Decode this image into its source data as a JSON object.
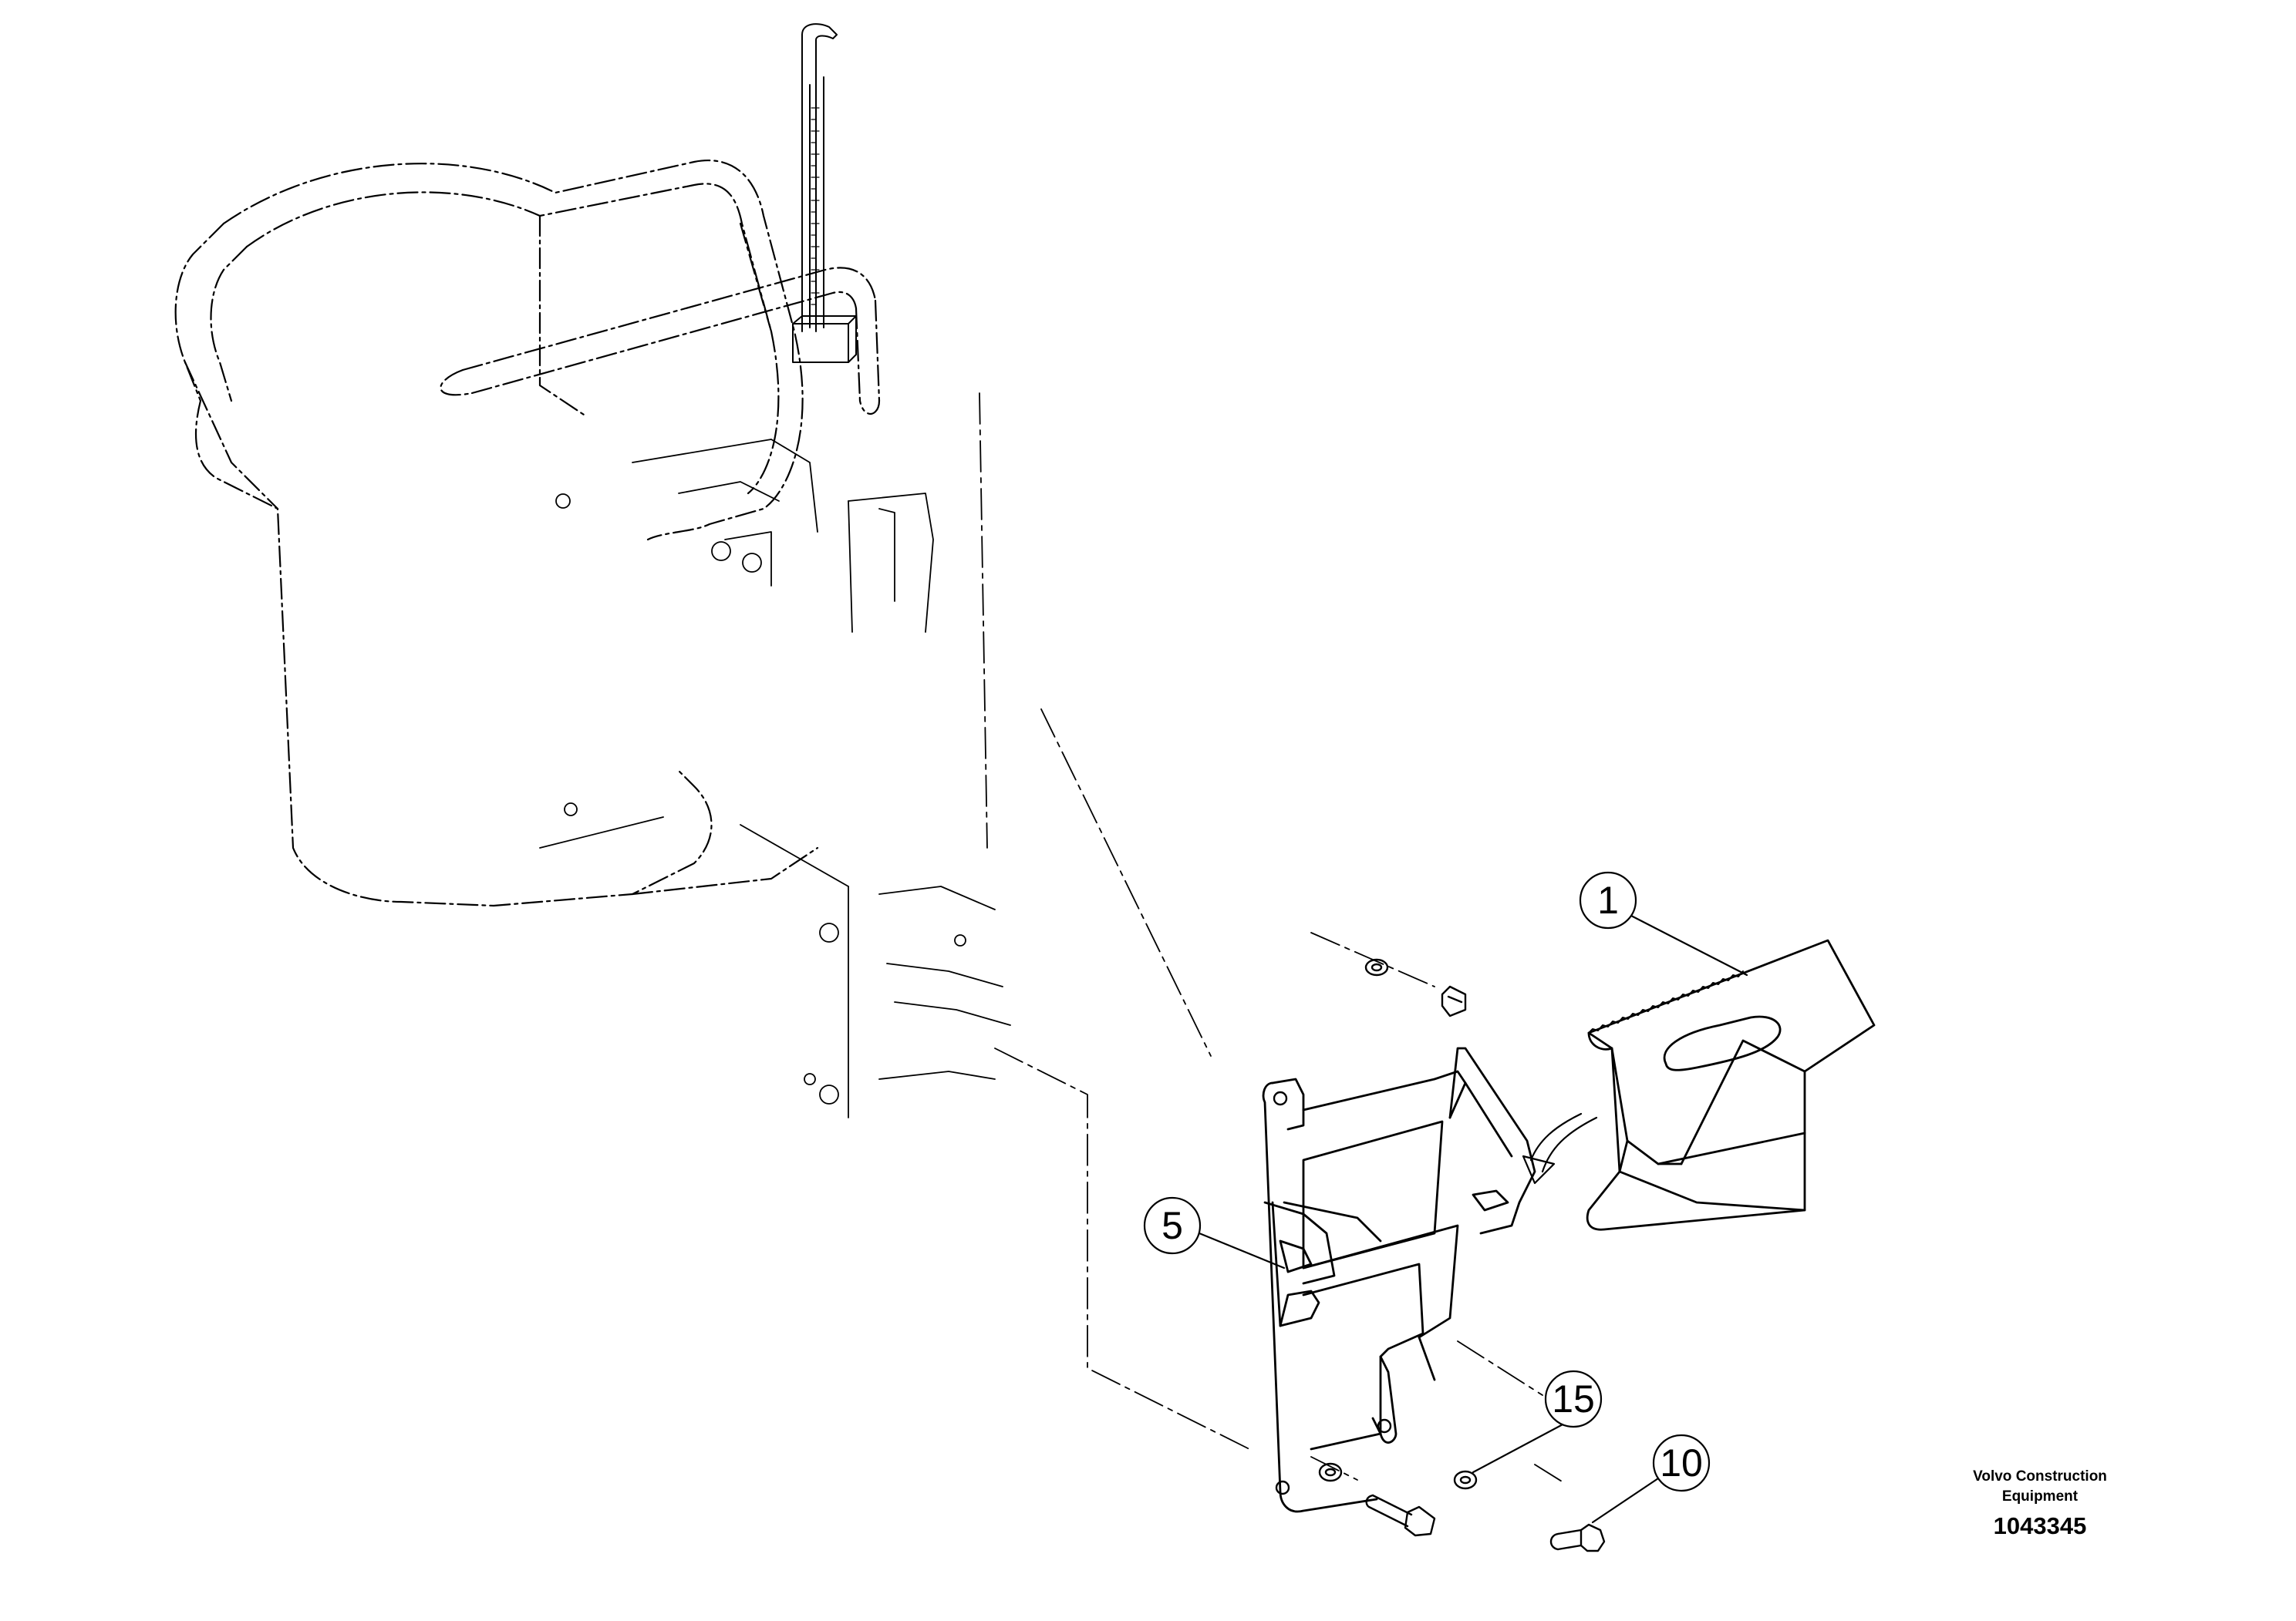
{
  "callouts": [
    {
      "id": "1",
      "label": "1"
    },
    {
      "id": "5",
      "label": "5"
    },
    {
      "id": "15",
      "label": "15"
    },
    {
      "id": "10",
      "label": "10"
    }
  ],
  "footer": {
    "company_line1": "Volvo Construction",
    "company_line2": "Equipment",
    "document_number": "1043345"
  },
  "colors": {
    "line": "#000000",
    "background": "#ffffff"
  }
}
